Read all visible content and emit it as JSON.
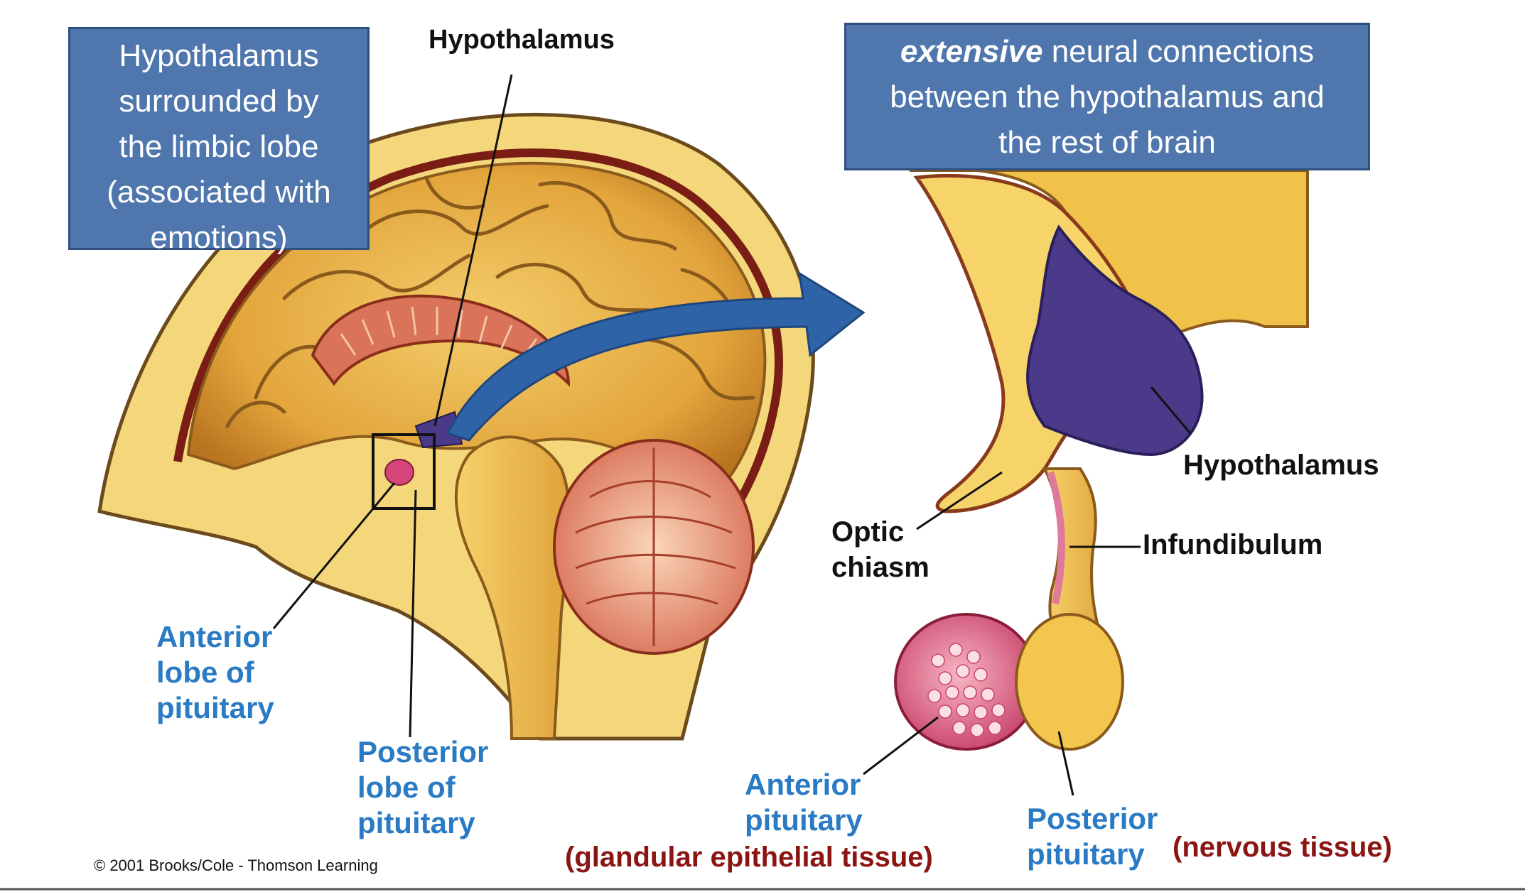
{
  "boxes": {
    "limbic": [
      "Hypothalamus",
      "surrounded by",
      "the limbic lobe",
      "(associated with",
      "emotions)"
    ],
    "connections": {
      "emph": "extensive",
      "line1_rest": " neural connections",
      "line2": "between the hypothalamus and",
      "line3": "the rest of brain"
    }
  },
  "labels": {
    "left_hypothalamus": "Hypothalamus",
    "anterior_lobe": [
      "Anterior",
      "lobe of",
      "pituitary"
    ],
    "posterior_lobe": [
      "Posterior",
      "lobe of",
      "pituitary"
    ],
    "right_hypothalamus": "Hypothalamus",
    "infundibulum": "Infundibulum",
    "optic_chiasm": [
      "Optic",
      "chiasm"
    ],
    "anterior_pituitary": [
      "Anterior",
      "pituitary"
    ],
    "posterior_pituitary": [
      "Posterior",
      "pituitary"
    ],
    "glandular": "(glandular epithelial tissue)",
    "nervous": "(nervous tissue)",
    "copyright": "© 2001 Brooks/Cole - Thomson Learning"
  },
  "colors": {
    "box_fill": "#4f76ad",
    "label_blue": "#2a7bc4",
    "label_red": "#8a1512",
    "brain_tan": "#e9b34a",
    "hypothalamus_purple": "#4b3a8a",
    "arrow_blue": "#2f63a8"
  }
}
